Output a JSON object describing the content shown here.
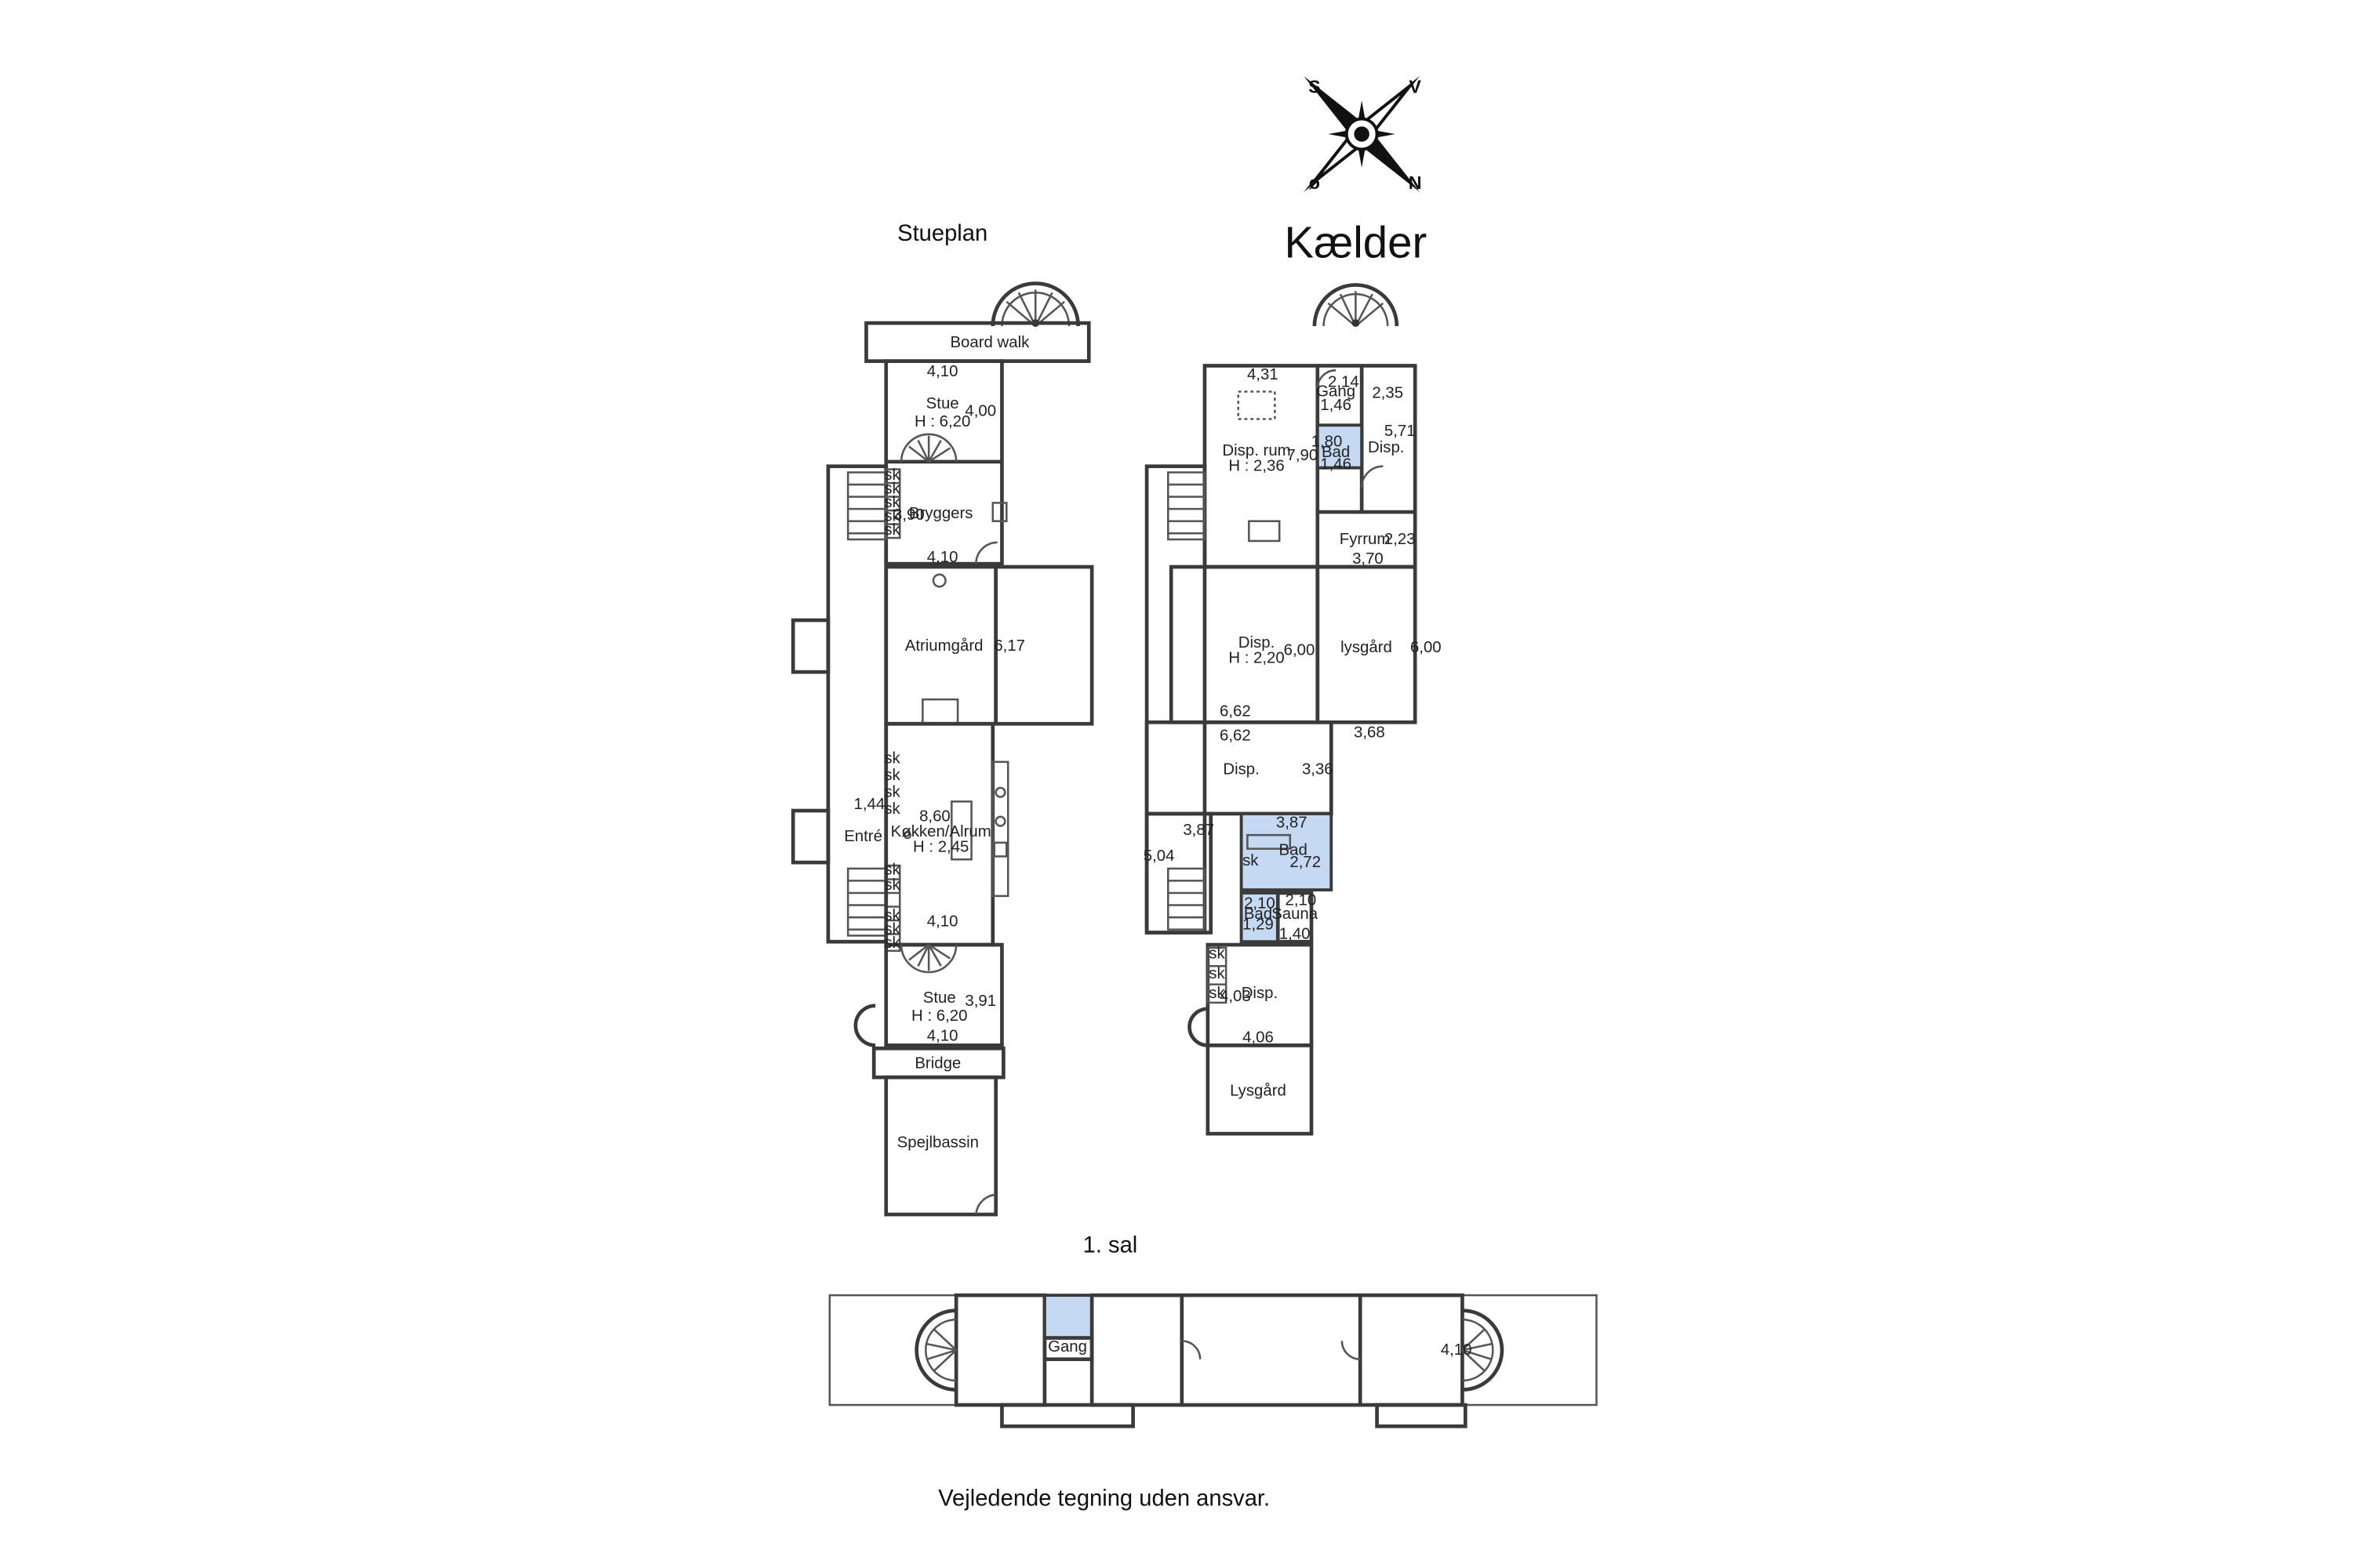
{
  "titles": {
    "stueplan": "Stueplan",
    "kaelder": "Kælder",
    "sal": "1. sal",
    "disclaimer": "Vejledende tegning uden ansvar."
  },
  "compass": {
    "s": "S",
    "v": "V",
    "o": "ø",
    "n": "N"
  },
  "stueplan": {
    "board_walk": "Board walk",
    "stue_top": {
      "w": "4,10",
      "name": "Stue",
      "h": "H : 6,20",
      "d": "4,00"
    },
    "bryggers": {
      "name": "Bryggers",
      "d": "3,90",
      "w": "4,10"
    },
    "sk": "sk",
    "atriumgard": {
      "name": "Atriumgård",
      "d": "6,17"
    },
    "kokken": {
      "name": "Køkken/Alrum",
      "h": "H : 2,45",
      "d": "8,60",
      "w": "4,10"
    },
    "entre": {
      "name": "Entré",
      "w": "1,44"
    },
    "stue_bottom": {
      "name": "Stue",
      "h": "H : 6,20",
      "d": "3,91",
      "w": "4,10"
    },
    "bridge": "Bridge",
    "spejlbassin": "Spejlbassin"
  },
  "kaelder": {
    "disp_rum": {
      "name": "Disp. rum",
      "h": "H : 2,36",
      "w": "4,31",
      "d": "7,90"
    },
    "gang": {
      "name": "Gang",
      "w": "2,14",
      "d": "1,46"
    },
    "bad1": {
      "name": "Bad",
      "w": "1,80",
      "d": "1,46"
    },
    "disp_small": {
      "name": "Disp.",
      "w": "2,35",
      "d": "5,71"
    },
    "fyrrum": {
      "name": "Fyrrum",
      "d": "2,23",
      "w": "3,70"
    },
    "disp_mid": {
      "name": "Disp.",
      "h": "H : 2,20",
      "d": "6,00",
      "w": "6,62"
    },
    "lysgard_right": {
      "name": "lysgård",
      "d": "6,00",
      "w": "3,68"
    },
    "disp_lower": {
      "name": "Disp.",
      "w": "6,62",
      "d": "3,36"
    },
    "bad2": {
      "name": "Bad",
      "w": "3,87",
      "d": "2,72"
    },
    "sk": "sk",
    "left_dims": {
      "a": "3,87",
      "b": "5,04"
    },
    "bad3": {
      "name": "Bad",
      "w": "2,10",
      "d": "1,29"
    },
    "sauna": {
      "name": "Sauna",
      "w": "2,10",
      "d": "1,40"
    },
    "disp_bottom": {
      "name": "Disp.",
      "d": "4,03",
      "w": "4,06"
    },
    "lysgard_bottom": {
      "name": "Lysgård"
    }
  },
  "sal": {
    "gang": "Gang",
    "dim": "4,10"
  }
}
